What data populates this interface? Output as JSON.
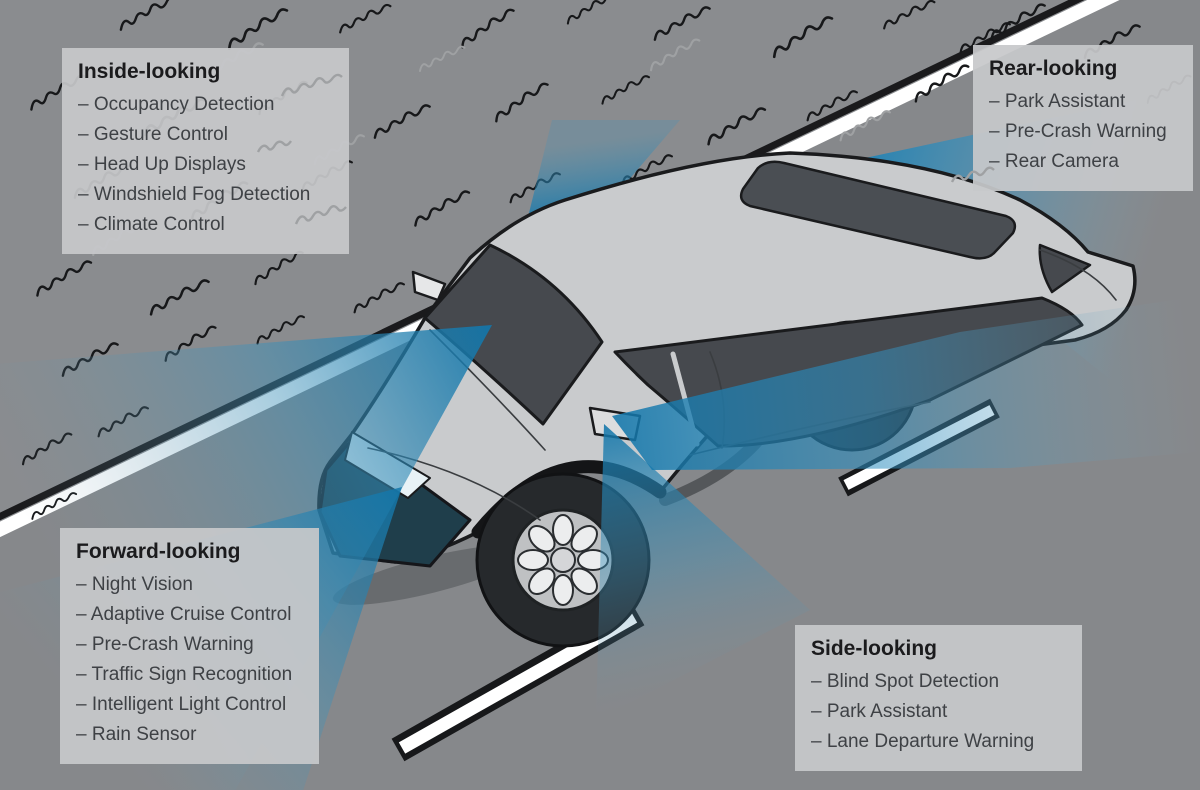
{
  "panels": {
    "inside": {
      "title": "Inside-looking",
      "items": [
        "– Occupancy Detection",
        "– Gesture Control",
        "– Head Up Displays",
        "– Windshield Fog Detection",
        "– Climate Control"
      ]
    },
    "rear": {
      "title": "Rear-looking",
      "items": [
        "– Park Assistant",
        "– Pre-Crash Warning",
        "– Rear Camera"
      ]
    },
    "forward": {
      "title": "Forward-looking",
      "items": [
        "– Night Vision",
        "– Adaptive Cruise Control",
        "– Pre-Crash Warning",
        "– Traffic Sign Recognition",
        "– Intelligent Light Control",
        "– Rain Sensor"
      ]
    },
    "side": {
      "title": "Side-looking",
      "items": [
        "– Blind Spot Detection",
        "– Park Assistant",
        "– Lane Departure Warning"
      ]
    }
  },
  "colors": {
    "beam_blue": "#1787BE",
    "road_grey": "#86888B",
    "grass_grey": "#8A8C8F",
    "panel_grey": "#C7C8CA",
    "car_body": "#C9CBCD",
    "lane_marking": "#FFFFFF"
  }
}
